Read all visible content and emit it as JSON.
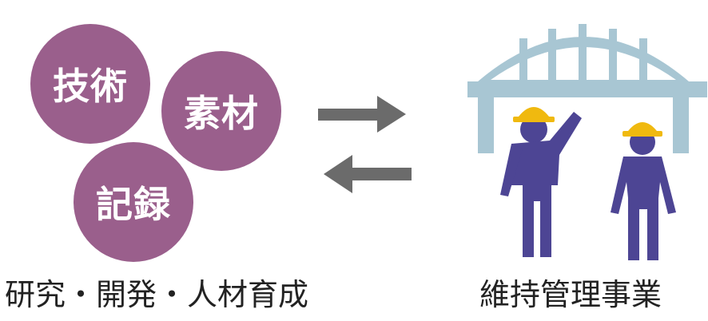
{
  "left_group": {
    "circles": [
      {
        "label": "技術"
      },
      {
        "label": "素材"
      },
      {
        "label": "記録"
      }
    ],
    "caption": "研究・開発・人材育成"
  },
  "right_group": {
    "caption": "維持管理事業"
  },
  "colors": {
    "circle": "#9a5f8c",
    "arrow": "#6b6b6b",
    "bridge": "#a8c6d3",
    "worker_body": "#4d4594",
    "helmet": "#f0b90f"
  }
}
